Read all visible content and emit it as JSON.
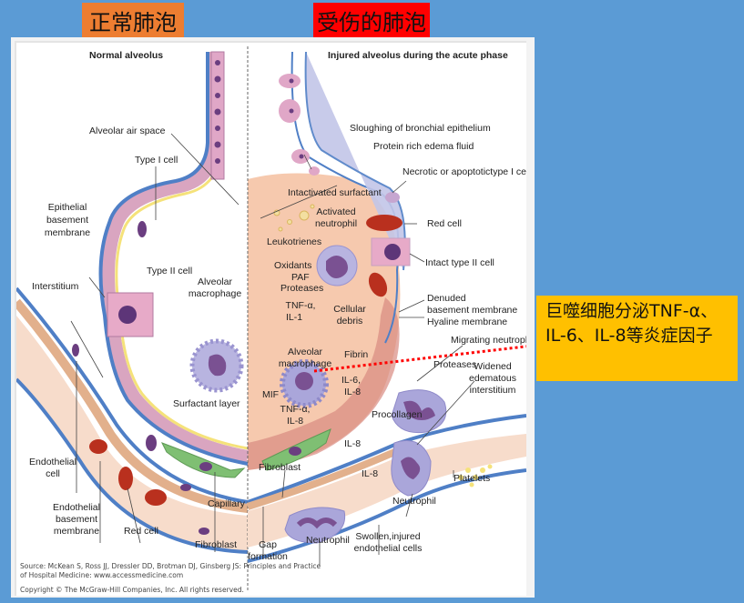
{
  "headers": {
    "normal_tag": "正常肺泡",
    "injured_tag": "受伤的肺泡"
  },
  "colors": {
    "background": "#5b9bd5",
    "normal_tag_bg": "#ed7d31",
    "injured_tag_bg": "#ff0000",
    "callout_bg": "#ffc000",
    "callout_line": "#ff0000"
  },
  "figure": {
    "normal_title": "Normal alveolus",
    "injured_title": "Injured alveolus during the acute phase",
    "normal_labels": {
      "alveolar_air_space": "Alveolar air space",
      "type_i_cell": "Type I cell",
      "epithelial_bm_1": "Epithelial",
      "epithelial_bm_2": "basement",
      "epithelial_bm_3": "membrane",
      "type_ii_cell": "Type II cell",
      "interstitium": "Interstitium",
      "alveolar_macrophage_1": "Alveolar",
      "alveolar_macrophage_2": "macrophage",
      "surfactant_layer": "Surfactant layer",
      "endothelial_cell_1": "Endothelial",
      "endothelial_cell_2": "cell",
      "endothelial_bm_1": "Endothelial",
      "endothelial_bm_2": "basement",
      "endothelial_bm_3": "membrane",
      "red_cell": "Red cell",
      "capillary": "Capillary",
      "fibroblast": "Fibroblast"
    },
    "injured_labels": {
      "sloughing": "Sloughing of bronchial epithelium",
      "protein_fluid": "Protein rich edema fluid",
      "necrotic": "Necrotic or apoptotictype I cell",
      "inactivated_surfactant": "Intactivated surfactant",
      "activated_neutrophil_1": "Activated",
      "activated_neutrophil_2": "neutrophil",
      "red_cell": "Red cell",
      "leukotrienes": "Leukotrienes",
      "oxidants": "Oxidants",
      "paf": "PAF",
      "proteases": "Proteases",
      "intact_type_ii": "Intact type II cell",
      "tnf_il1_1": "TNF-α,",
      "tnf_il1_2": "IL-1",
      "cellular_debris_1": "Cellular",
      "cellular_debris_2": "debris",
      "denuded_bm_1": "Denuded",
      "denuded_bm_2": "basement membrane",
      "hyaline": "Hyaline membrane",
      "fibrin": "Fibrin",
      "migrating_neutrophil": "Migrating neutrophil",
      "alveolar_macrophage_1": "Alveolar",
      "alveolar_macrophage_2": "macrophage",
      "proteases_2": "Proteases",
      "widened_1": "Widened",
      "widened_2": "edematous",
      "widened_3": "interstitium",
      "mif": "MIF",
      "il6_il8_1": "IL-6,",
      "il6_il8_2": "IL-8",
      "tnf_il8_1": "TNF-α,",
      "tnf_il8_2": "IL-8",
      "procollagen": "Procollagen",
      "il8_a": "IL-8",
      "il8_b": "IL-8",
      "fibroblast": "Fibroblast",
      "platelets": "Platelets",
      "neutrophil_a": "Neutrophil",
      "neutrophil_b": "Neutrophil",
      "swollen_1": "Swollen,injured",
      "swollen_2": "endothelial cells",
      "gap_1": "Gap",
      "gap_2": "formation",
      "capillary_partial": "Capillary"
    },
    "source_line_1": "Source: McKean S, Ross JJ, Dressler DD, Brotman DJ, Ginsberg JS: Principles and Practice",
    "source_line_2": "of Hospital Medicine: www.accessmedicine.com",
    "copyright": "Copyright © The McGraw-Hill Companies, Inc. All rights reserved."
  },
  "callout": {
    "text": "巨噬细胞分泌TNF-α、IL-6、IL-8等炎症因子"
  }
}
